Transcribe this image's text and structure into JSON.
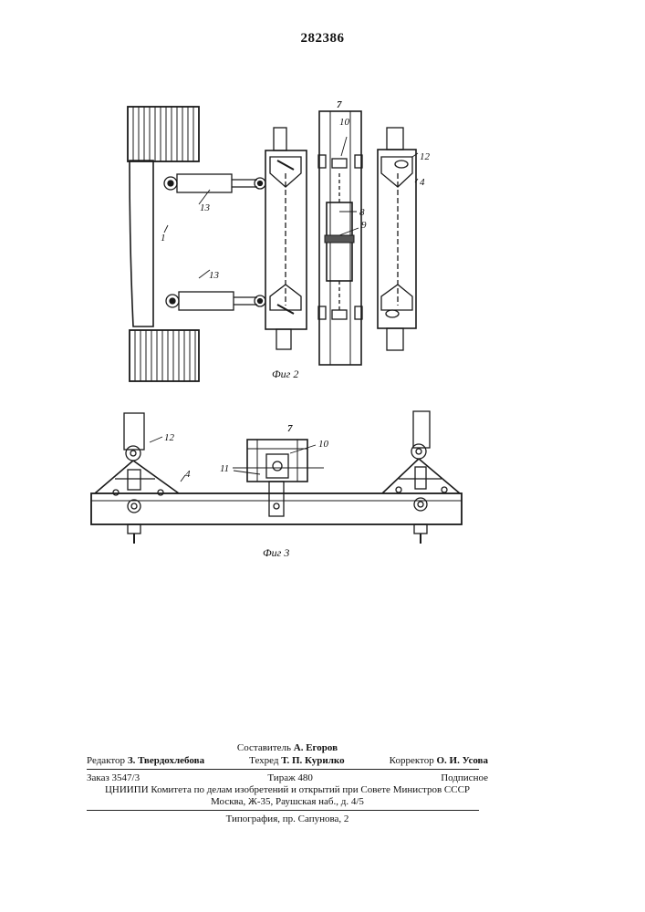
{
  "patent_number": "282386",
  "figures": {
    "fig2": {
      "caption": "Фиг 2",
      "labels": {
        "frame": "1",
        "beam": "7",
        "pin": "10",
        "rod": "8",
        "gear": "9",
        "lever": "12",
        "crossbar": "4",
        "cyl_top": "13",
        "cyl_bottom": "13"
      }
    },
    "fig3": {
      "caption": "Фиг 3",
      "labels": {
        "lever": "12",
        "beam": "7",
        "pin": "10",
        "bracket": "11",
        "crossbar": "4"
      }
    }
  },
  "colophon": {
    "compiler_label": "Составитель",
    "compiler_name": "А. Егоров",
    "editor_label": "Редактор",
    "editor_name": "З. Твердохлебова",
    "techred_label": "Техред",
    "techred_name": "Т. П. Курилко",
    "corrector_label": "Корректор",
    "corrector_name": "О. И. Усова",
    "order": "Заказ 3547/3",
    "circulation": "Тираж 480",
    "subscription": "Подписное",
    "org_line": "ЦНИИПИ Комитета по делам изобретений и открытий при Совете Министров СССР",
    "address": "Москва, Ж-35, Раушская наб., д. 4/5",
    "printer": "Типография, пр. Сапунова, 2"
  }
}
